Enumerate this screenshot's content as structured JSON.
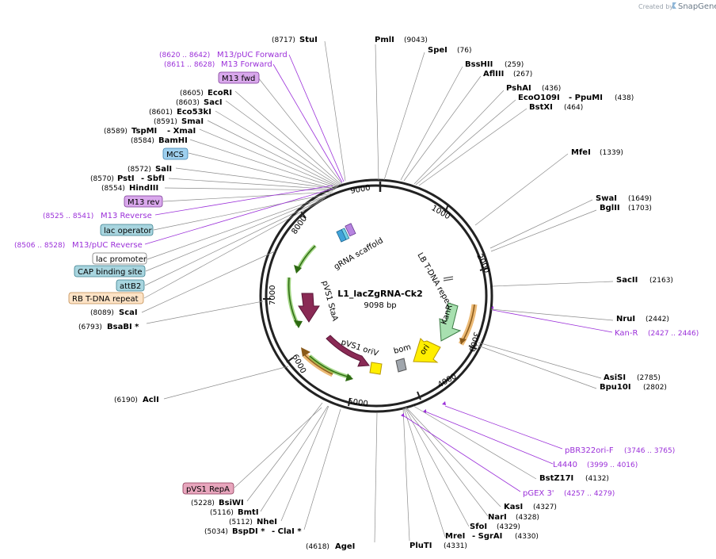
{
  "credit": {
    "created_by": "Created by",
    "brand": "SnapGene"
  },
  "plasmid": {
    "name": "L1_lacZgRNA-Ck2",
    "length_label": "9098 bp"
  },
  "ticks": [
    "1000",
    "2000",
    "3000",
    "4000",
    "5000",
    "6000",
    "7000",
    "8000",
    "9000"
  ],
  "enzymes": [
    {
      "name": "StuI",
      "pos": "(8717)"
    },
    {
      "name": "PmlI",
      "pos": "(9043)"
    },
    {
      "name": "SpeI",
      "pos": "(76)"
    },
    {
      "name": "BssHII",
      "pos": "(259)"
    },
    {
      "name": "AflIII",
      "pos": "(267)"
    },
    {
      "name": "PshAI",
      "pos": "(436)"
    },
    {
      "name": "EcoO109I",
      "pos": "",
      "extra": "- PpuMI",
      "pos2": "(438)"
    },
    {
      "name": "BstXI",
      "pos": "(464)"
    },
    {
      "name": "MfeI",
      "pos": "(1339)"
    },
    {
      "name": "SwaI",
      "pos": "(1649)"
    },
    {
      "name": "BglII",
      "pos": "(1703)"
    },
    {
      "name": "SacII",
      "pos": "(2163)"
    },
    {
      "name": "NruI",
      "pos": "(2442)"
    },
    {
      "name": "AsiSI",
      "pos": "(2785)"
    },
    {
      "name": "Bpu10I",
      "pos": "(2802)"
    },
    {
      "name": "BstZ17I",
      "pos": "(4132)"
    },
    {
      "name": "KasI",
      "pos": "(4327)"
    },
    {
      "name": "NarI",
      "pos": "(4328)"
    },
    {
      "name": "SfoI",
      "pos": "(4329)"
    },
    {
      "name": "MreI",
      "pos": "",
      "extra": "- SgrAI",
      "pos2": "(4330)"
    },
    {
      "name": "PluTI",
      "pos": "(4331)"
    },
    {
      "name": "AgeI",
      "pos": "(4618)"
    },
    {
      "name": "BspDI *",
      "pos": "(5034)",
      "extra": "- ClaI *"
    },
    {
      "name": "NheI",
      "pos": "(5112)"
    },
    {
      "name": "BmtI",
      "pos": "(5116)"
    },
    {
      "name": "BsiWI",
      "pos": "(5228)"
    },
    {
      "name": "AclI",
      "pos": "(6190)"
    },
    {
      "name": "BsaBI *",
      "pos": "(6793)"
    },
    {
      "name": "ScaI",
      "pos": "(8089)"
    },
    {
      "name": "HindIII",
      "pos": "(8554)"
    },
    {
      "name": "PstI",
      "pos": "(8570)",
      "extra": "- SbfI"
    },
    {
      "name": "SalI",
      "pos": "(8572)"
    },
    {
      "name": "BamHI",
      "pos": "(8584)"
    },
    {
      "name": "TspMI",
      "pos": "(8589)",
      "extra": "- XmaI"
    },
    {
      "name": "SmaI",
      "pos": "(8591)"
    },
    {
      "name": "Eco53kI",
      "pos": "(8601)"
    },
    {
      "name": "SacI",
      "pos": "(8603)"
    },
    {
      "name": "EcoRI",
      "pos": "(8605)"
    }
  ],
  "primers": [
    {
      "name": "M13/pUC Forward",
      "range": "(8620 .. 8642)"
    },
    {
      "name": "M13 Forward",
      "range": "(8611 .. 8628)"
    },
    {
      "name": "M13 Reverse",
      "range": "(8525 .. 8541)"
    },
    {
      "name": "M13/pUC Reverse",
      "range": "(8506 .. 8528)"
    },
    {
      "name": "Kan-R",
      "range": "(2427 .. 2446)"
    },
    {
      "name": "pBR322ori-F",
      "range": "(3746 .. 3765)"
    },
    {
      "name": "L4440",
      "range": "(3999 .. 4016)"
    },
    {
      "name": "pGEX 3'",
      "range": "(4257 .. 4279)"
    }
  ],
  "boxed_features": [
    {
      "name": "M13 fwd",
      "fill": "#d9a8ec",
      "stroke": "#7b3a96"
    },
    {
      "name": "MCS",
      "fill": "#9fd0ef",
      "stroke": "#3b7fae"
    },
    {
      "name": "M13 rev",
      "fill": "#d9a8ec",
      "stroke": "#7b3a96"
    },
    {
      "name": "lac operator",
      "fill": "#a8d5df",
      "stroke": "#3b7f8e"
    },
    {
      "name": "lac promoter",
      "fill": "#ffffff",
      "stroke": "#777777"
    },
    {
      "name": "CAP binding site",
      "fill": "#a8d5df",
      "stroke": "#3b7f8e"
    },
    {
      "name": "attB2",
      "fill": "#a8d5df",
      "stroke": "#3b7f8e"
    },
    {
      "name": "RB T-DNA repeat",
      "fill": "#fde3c6",
      "stroke": "#c08b4f"
    },
    {
      "name": "pVS1 RepA",
      "fill": "#e8a6bd",
      "stroke": "#8a3955"
    }
  ],
  "inner_features": [
    {
      "name": "gRNA scaffold"
    },
    {
      "name": "LB T-DNA repeat"
    },
    {
      "name": "KanR",
      "color": "#a8e0b0"
    },
    {
      "name": "ori",
      "color": "#ffee00"
    },
    {
      "name": "bom",
      "color": "#a0a6ad"
    },
    {
      "name": "pVS1 oriV",
      "color": "#ffee00"
    },
    {
      "name": "pVS1 StaA",
      "color": "#8a2a55"
    }
  ],
  "colors": {
    "primer": "#9b30d9",
    "backbone": "#222222",
    "lacZ": "#66bb33",
    "tdna": "#e39b3a"
  }
}
